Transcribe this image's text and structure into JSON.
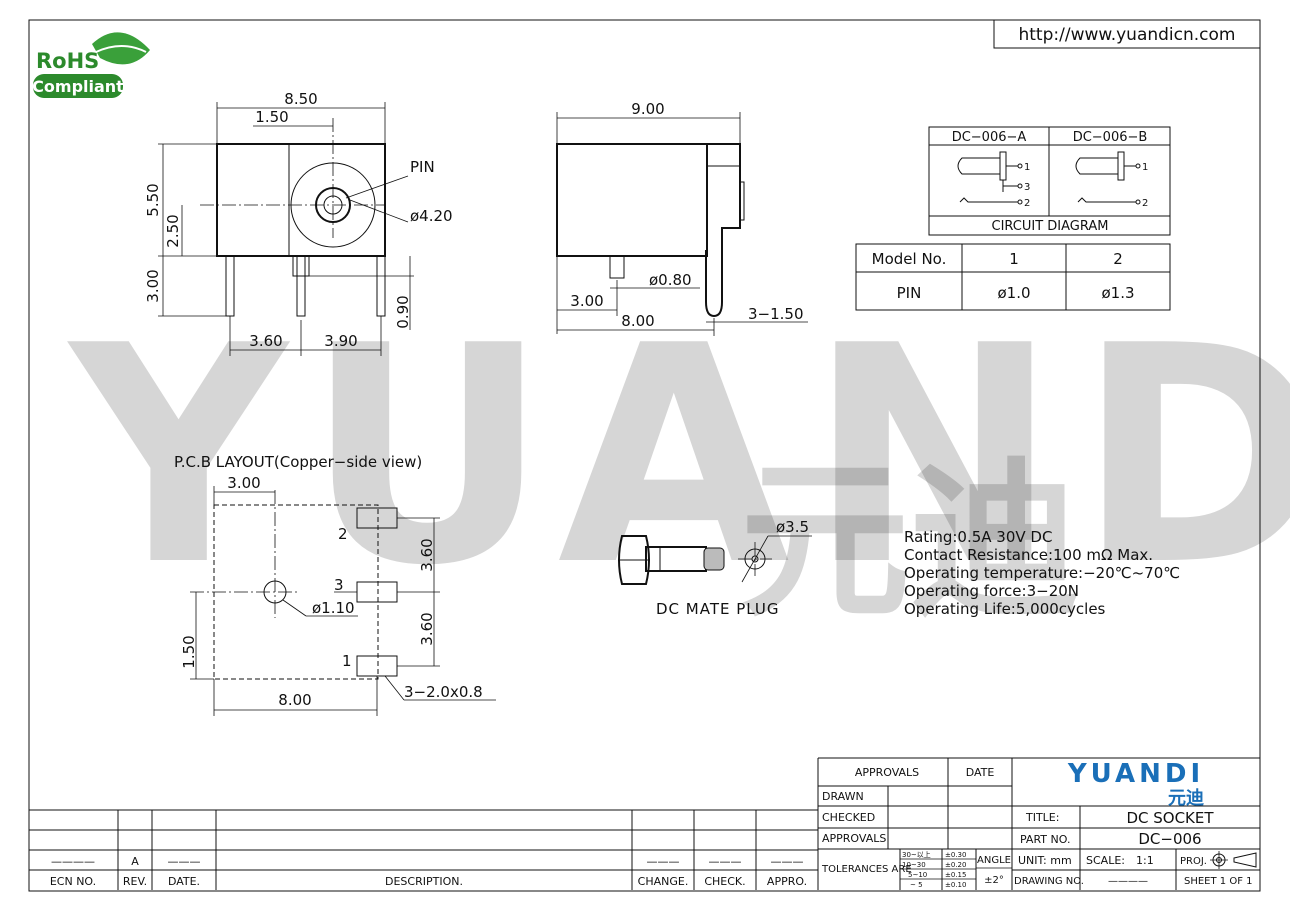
{
  "header": {
    "url": "http://www.yuandicn.com"
  },
  "rohs": {
    "line1": "RoHS",
    "line2": "Compliant"
  },
  "watermark": {
    "latin": "YUANDI",
    "cjk": "元迪"
  },
  "front_view": {
    "width": "8.50",
    "offset": "1.50",
    "height": "5.50",
    "center_height": "2.50",
    "pin_length": "3.00",
    "pin_label": "PIN",
    "hole_dia": "ø4.20",
    "pin_spacing_a": "3.60",
    "pin_spacing_b": "3.90",
    "pin_offset": "0.90"
  },
  "side_view": {
    "length": "9.00",
    "pin_dia": "ø0.80",
    "pin_pos": "3.00",
    "body_length": "8.00",
    "pin_width": "3−1.50"
  },
  "circuit": {
    "model_a": "DC−006−A",
    "model_b": "DC−006−B",
    "caption": "CIRCUIT DIAGRAM",
    "pins_a": [
      "1",
      "3",
      "2"
    ],
    "pins_b": [
      "1",
      "2"
    ]
  },
  "model_table": {
    "header": [
      "Model No.",
      "1",
      "2"
    ],
    "row": [
      "PIN",
      "ø1.0",
      "ø1.3"
    ]
  },
  "pcb": {
    "title": "P.C.B LAYOUT(Copper−side view)",
    "top": "3.00",
    "spacing_1": "3.60",
    "spacing_2": "3.60",
    "hole": "ø1.10",
    "left": "1.50",
    "bottom": "8.00",
    "pad": "3−2.0x0.8",
    "pad_labels": [
      "2",
      "3",
      "1"
    ]
  },
  "plug": {
    "dia": "ø3.5",
    "caption": "DC MATE PLUG"
  },
  "specs": [
    "Rating:0.5A  30V  DC",
    "Contact  Resistance:100  mΩ  Max.",
    "Operating  temperature:−20℃~70℃",
    "Operating  force:3−20N",
    "Operating  Life:5,000cycles"
  ],
  "title_block": {
    "approvals_header": "APPROVALS",
    "date_header": "DATE",
    "drawn": "DRAWN",
    "checked": "CHECKED",
    "approvals": "APPROVALS",
    "tolerances": "TOLERANCES ARE",
    "tol_ranges": [
      "30~以上",
      "10~30",
      "5~10",
      "~ 5"
    ],
    "tol_values": [
      "±0.30",
      "±0.20",
      "±0.15",
      "±0.10"
    ],
    "angle_label": "ANGLE",
    "angle_value": "±2°",
    "logo": "YUANDI",
    "logo_cjk": "元迪",
    "title_label": "TITLE:",
    "title_value": "DC SOCKET",
    "part_label": "PART NO.",
    "part_value": "DC−006",
    "unit": "UNIT:  mm",
    "scale_label": "SCALE:",
    "scale_value": "1:1",
    "proj": "PROJ.",
    "drawing_label": "DRAWING NO.",
    "drawing_value": "————",
    "sheet": "SHEET   1  OF  1"
  },
  "revision": {
    "ecn_label": "ECN  NO.",
    "rev_label": "REV.",
    "date_label": "DATE.",
    "desc_label": "DESCRIPTION.",
    "change_label": "CHANGE.",
    "check_label": "CHECK.",
    "appro_label": "APPRO.",
    "row": {
      "ecn": "————",
      "rev": "A",
      "date": "———",
      "change": "———",
      "check": "———",
      "appro": "———"
    }
  }
}
